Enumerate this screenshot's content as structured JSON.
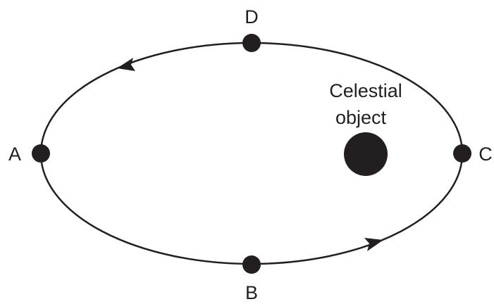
{
  "diagram": {
    "points": [
      {
        "id": "A",
        "label": "A"
      },
      {
        "id": "B",
        "label": "B"
      },
      {
        "id": "C",
        "label": "C"
      },
      {
        "id": "D",
        "label": "D"
      }
    ],
    "celestial_object": {
      "label_line1": "Celestial",
      "label_line2": "object"
    },
    "colors": {
      "ink": "#231f20",
      "background": "#ffffff"
    },
    "orbit_direction": "counterclockwise"
  }
}
